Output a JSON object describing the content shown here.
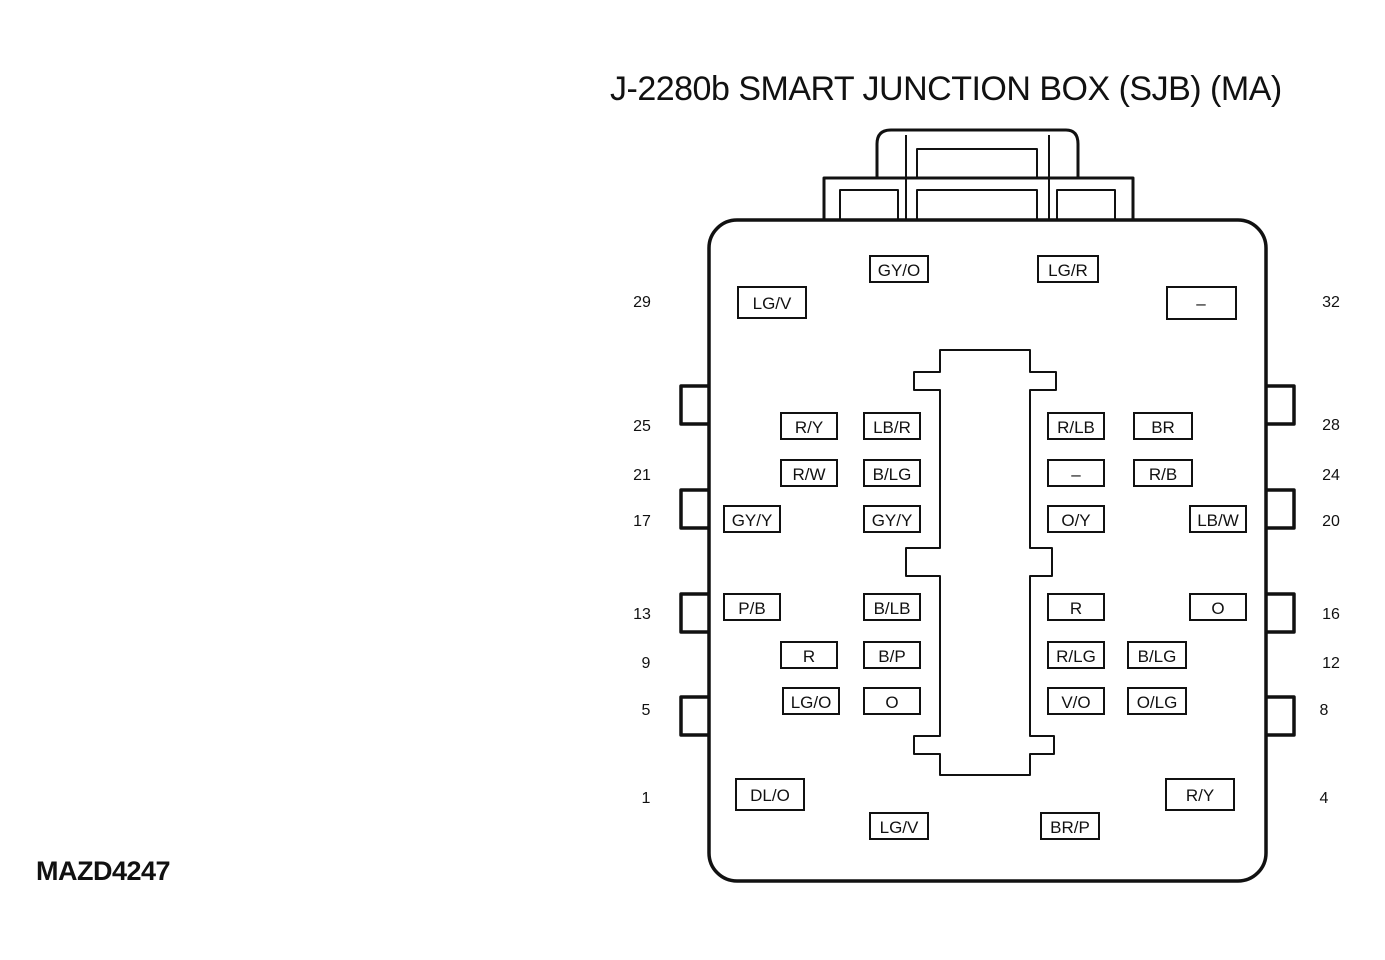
{
  "title": "J-2280b SMART JUNCTION BOX (SJB) (MA)",
  "figure_code": "MAZD4247",
  "pin_labels": {
    "p29": "29",
    "p32": "32",
    "p25": "25",
    "p28": "28",
    "p21": "21",
    "p24": "24",
    "p17": "17",
    "p20": "20",
    "p13": "13",
    "p16": "16",
    "p9": "9",
    "p12": "12",
    "p5": "5",
    "p8": "8",
    "p1": "1",
    "p4": "4"
  },
  "terminals": [
    {
      "id": "t-top-left-center",
      "color": "GY/O"
    },
    {
      "id": "t-top-right-center",
      "color": "LG/R"
    },
    {
      "id": "t-29",
      "color": "LG/V"
    },
    {
      "id": "t-32",
      "color": "–"
    },
    {
      "id": "t-row25-a",
      "color": "R/Y"
    },
    {
      "id": "t-row25-b",
      "color": "LB/R"
    },
    {
      "id": "t-row28-a",
      "color": "R/LB"
    },
    {
      "id": "t-row28-b",
      "color": "BR"
    },
    {
      "id": "t-row21-a",
      "color": "R/W"
    },
    {
      "id": "t-row21-b",
      "color": "B/LG"
    },
    {
      "id": "t-row24-a",
      "color": "–"
    },
    {
      "id": "t-row24-b",
      "color": "R/B"
    },
    {
      "id": "t-row17-a",
      "color": "GY/Y"
    },
    {
      "id": "t-row17-b",
      "color": "GY/Y"
    },
    {
      "id": "t-row20-a",
      "color": "O/Y"
    },
    {
      "id": "t-row20-b",
      "color": "LB/W"
    },
    {
      "id": "t-row13-a",
      "color": "P/B"
    },
    {
      "id": "t-row13-b",
      "color": "B/LB"
    },
    {
      "id": "t-row16-a",
      "color": "R"
    },
    {
      "id": "t-row16-b",
      "color": "O"
    },
    {
      "id": "t-row9-a",
      "color": "R"
    },
    {
      "id": "t-row9-b",
      "color": "B/P"
    },
    {
      "id": "t-row12-a",
      "color": "R/LG"
    },
    {
      "id": "t-row12-b",
      "color": "B/LG"
    },
    {
      "id": "t-row5-a",
      "color": "LG/O"
    },
    {
      "id": "t-row5-b",
      "color": "O"
    },
    {
      "id": "t-row8-a",
      "color": "V/O"
    },
    {
      "id": "t-row8-b",
      "color": "O/LG"
    },
    {
      "id": "t-1",
      "color": "DL/O"
    },
    {
      "id": "t-4",
      "color": "R/Y"
    },
    {
      "id": "t-bottom-left-center",
      "color": "LG/V"
    },
    {
      "id": "t-bottom-right-center",
      "color": "BR/P"
    }
  ]
}
